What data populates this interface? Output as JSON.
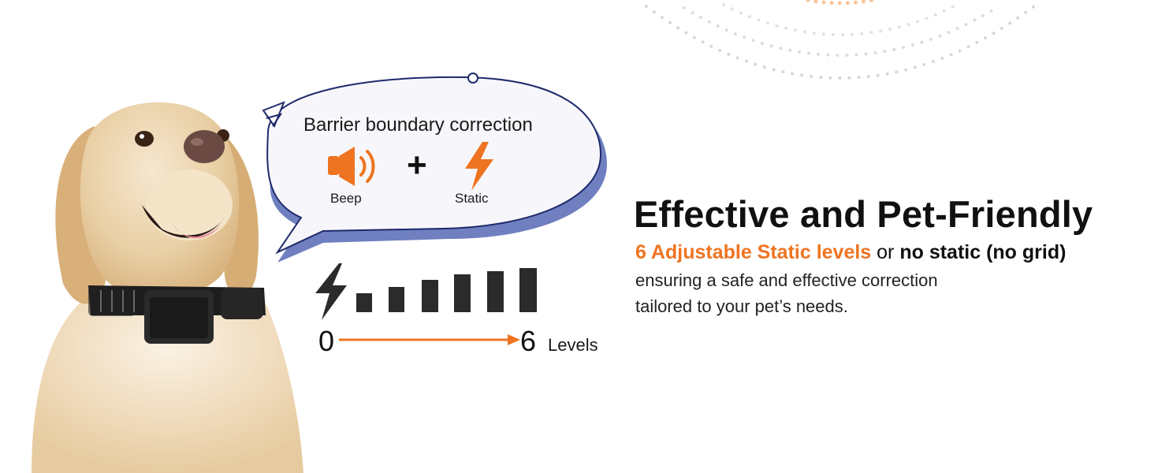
{
  "bubble": {
    "title": "Barrier boundary correction",
    "beep_label": "Beep",
    "static_label": "Static",
    "plus": "+"
  },
  "levels": {
    "start": "0",
    "end": "6",
    "label": "Levels",
    "bar_count": 6
  },
  "headline": "Effective and Pet-Friendly",
  "subheadline": {
    "highlight": "6 Adjustable Static levels",
    "connector": "or",
    "bold": "no static (no grid)"
  },
  "description": [
    "ensuring a safe and effective correction",
    "tailored to your pet’s needs."
  ],
  "colors": {
    "accent_orange": "#ee7421",
    "bubble_outline": "#1f2a6b",
    "bubble_shadow": "#6f7fc0",
    "bubble_fill": "#f7f7fb",
    "dark": "#111111"
  }
}
